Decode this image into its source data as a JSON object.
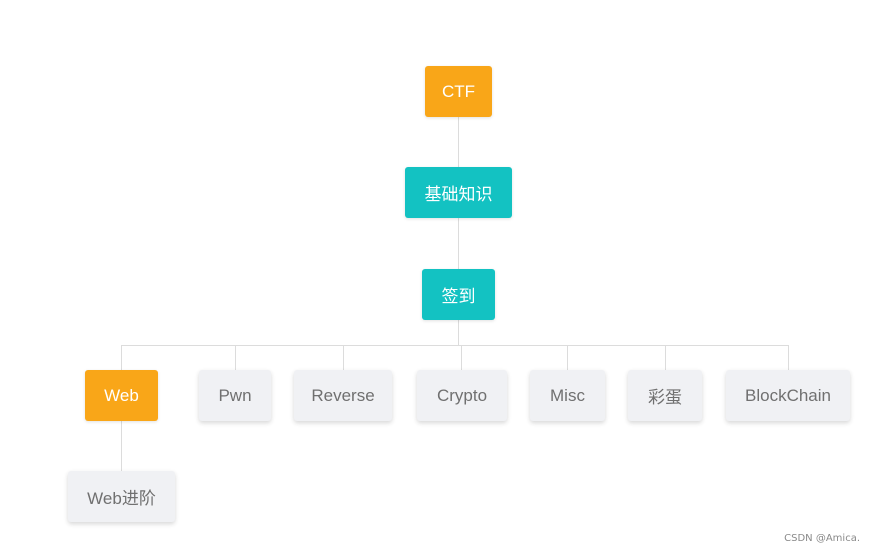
{
  "colors": {
    "accent_orange": "#f9a618",
    "accent_teal": "#13c2c2",
    "leaf_bg": "#f0f1f4",
    "leaf_text": "#707070",
    "connector": "#dcdcdc"
  },
  "tree": {
    "root": {
      "label": "CTF",
      "style": "orange"
    },
    "level1": {
      "label": "基础知识",
      "style": "teal"
    },
    "level2": {
      "label": "签到",
      "style": "teal"
    },
    "children": [
      {
        "label": "Web",
        "style": "orange",
        "children": [
          {
            "label": "Web进阶",
            "style": "gray"
          }
        ]
      },
      {
        "label": "Pwn",
        "style": "gray"
      },
      {
        "label": "Reverse",
        "style": "gray"
      },
      {
        "label": "Crypto",
        "style": "gray"
      },
      {
        "label": "Misc",
        "style": "gray"
      },
      {
        "label": "彩蛋",
        "style": "gray"
      },
      {
        "label": "BlockChain",
        "style": "gray"
      }
    ]
  },
  "watermark": "CSDN @Amica."
}
